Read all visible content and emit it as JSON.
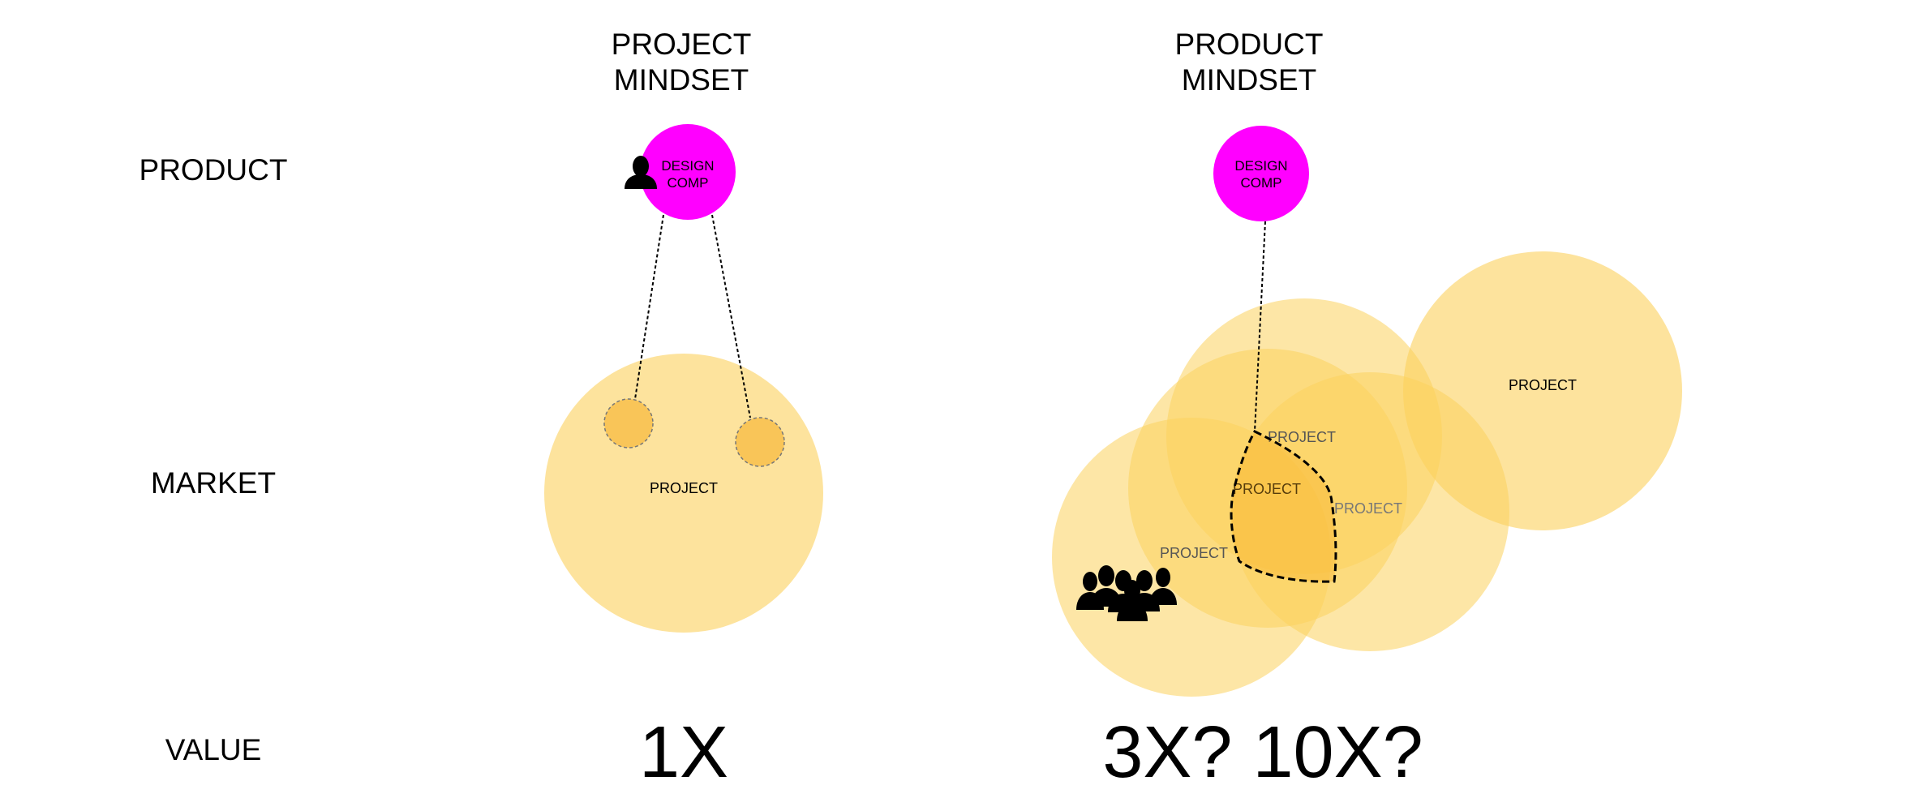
{
  "columns": {
    "project": {
      "line1": "PROJECT",
      "line2": "MINDSET"
    },
    "product": {
      "line1": "PRODUCT",
      "line2": "MINDSET"
    }
  },
  "rows": {
    "product": "PRODUCT",
    "market": "MARKET",
    "value": "VALUE"
  },
  "design_comp": {
    "line1": "DESIGN",
    "line2": "COMP"
  },
  "project_label": "PROJECT",
  "value_left": "1X",
  "value_right": "3X? 10X?",
  "colors": {
    "magenta": "#ff00ff",
    "project_fill": "#fbd15c",
    "dark_orange": "#f6ad1f"
  }
}
